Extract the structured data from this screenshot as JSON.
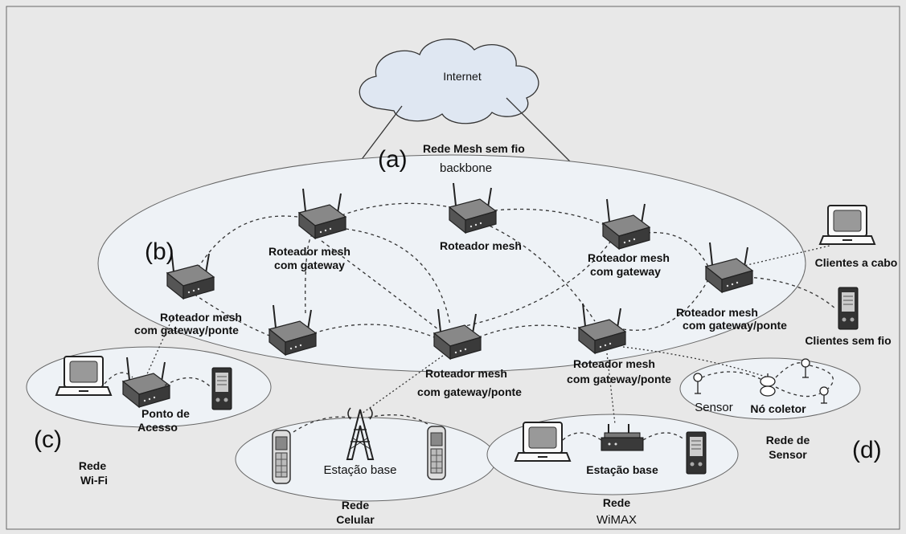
{
  "diagram": {
    "internet_label": "Internet",
    "mesh_title": "Rede Mesh sem fio",
    "mesh_subtitle": "backbone",
    "marker_a": "(a)",
    "marker_b": "(b)",
    "marker_c": "(c)",
    "marker_d": "(d)",
    "router_gateway_1": [
      "Roteador mesh",
      "com gateway"
    ],
    "router_center": "Roteador mesh",
    "router_gateway_2": [
      "Roteador mesh",
      "com gateway"
    ],
    "router_bridge_left": [
      "Roteador mesh",
      "com gateway/ponte"
    ],
    "router_bridge_right": [
      "Roteador mesh",
      "com gateway/ponte"
    ],
    "router_bridge_bottom_center": [
      "Roteador mesh",
      "com gateway/ponte"
    ],
    "router_bridge_bottom_right": [
      "Roteador mesh",
      "com gateway/ponte"
    ],
    "wired_clients": "Clientes a cabo",
    "wireless_clients": "Clientes sem fio",
    "access_point": [
      "Ponto de",
      "Acesso"
    ],
    "wifi_network": [
      "Rede",
      "Wi-Fi"
    ],
    "cellular_base": "Estação base",
    "cellular_network": [
      "Rede",
      "Celular"
    ],
    "wimax_base": "Estação base",
    "wimax_network": [
      "Rede",
      "WiMAX"
    ],
    "sensor": "Sensor",
    "collector_node": "Nó coletor",
    "sensor_network": [
      "Rede de",
      "Sensor"
    ]
  },
  "colors": {
    "background": "#e8e8e8",
    "ellipse_fill": "#eef2f6",
    "cloud_fill": "#dfe7f2",
    "device_dark": "#444444"
  }
}
